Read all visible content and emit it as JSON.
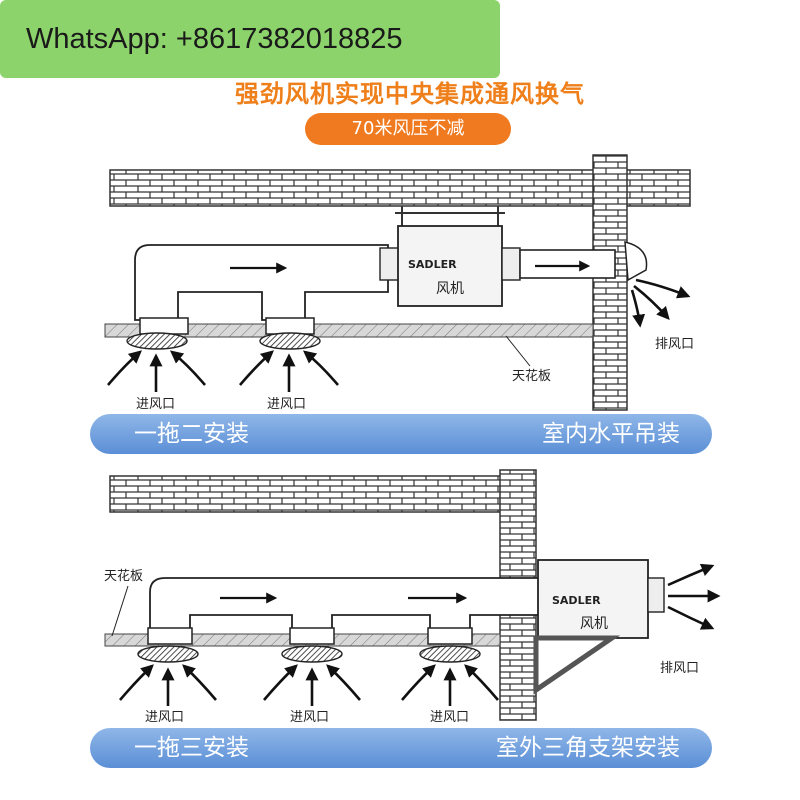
{
  "whatsapp_label": "WhatsApp: +8617382018825",
  "headline": "强劲风机实现中央集成通风换气",
  "pressure_pill": "70米风压不减",
  "colors": {
    "orange": "#f07a20",
    "banner_blue": "#5b8fd6",
    "whatsapp_green": "#8bd36a"
  },
  "diagram1": {
    "brand": "SADLER",
    "fan_label": "风机",
    "inlet_label": "进风口",
    "outlet_label": "排风口",
    "ceiling_label": "天花板",
    "banner_left": "一拖二安装",
    "banner_right": "室内水平吊装"
  },
  "diagram2": {
    "brand": "SADLER",
    "fan_label": "风机",
    "inlet_label": "进风口",
    "outlet_label": "排风口",
    "ceiling_label": "天花板",
    "banner_left": "一拖三安装",
    "banner_right": "室外三角支架安装"
  }
}
